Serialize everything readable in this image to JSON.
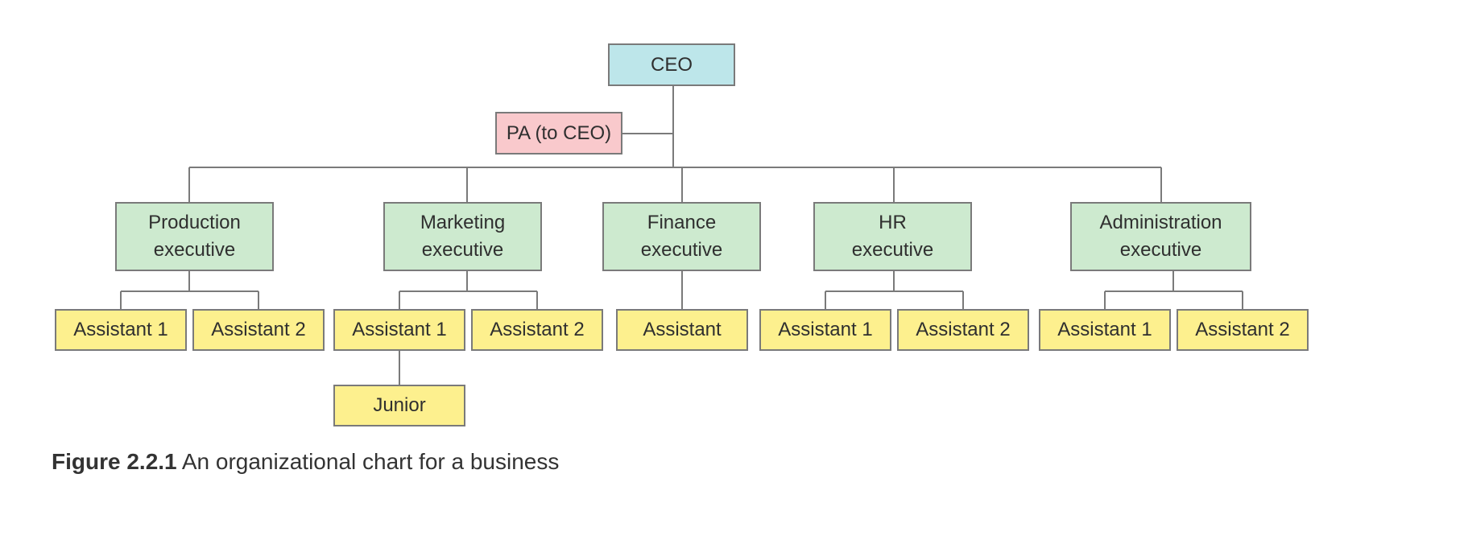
{
  "colors": {
    "ceo": "#bde6ea",
    "pa": "#f9c9cc",
    "executive": "#cdeacf",
    "assistant": "#fdf08e",
    "line": "#7a7a7a"
  },
  "chart": {
    "ceo": "CEO",
    "pa": "PA (to CEO)",
    "departments": [
      {
        "line1": "Production",
        "line2": "executive",
        "assistants": [
          "Assistant 1",
          "Assistant 2"
        ]
      },
      {
        "line1": "Marketing",
        "line2": "executive",
        "assistants": [
          "Assistant 1",
          "Assistant 2"
        ],
        "junior": "Junior"
      },
      {
        "line1": "Finance",
        "line2": "executive",
        "assistants": [
          "Assistant"
        ]
      },
      {
        "line1": "HR",
        "line2": "executive",
        "assistants": [
          "Assistant 1",
          "Assistant 2"
        ]
      },
      {
        "line1": "Administration",
        "line2": "executive",
        "assistants": [
          "Assistant 1",
          "Assistant 2"
        ]
      }
    ]
  },
  "caption": {
    "label": "Figure 2.2.1",
    "text": " An organizational chart for a business"
  }
}
